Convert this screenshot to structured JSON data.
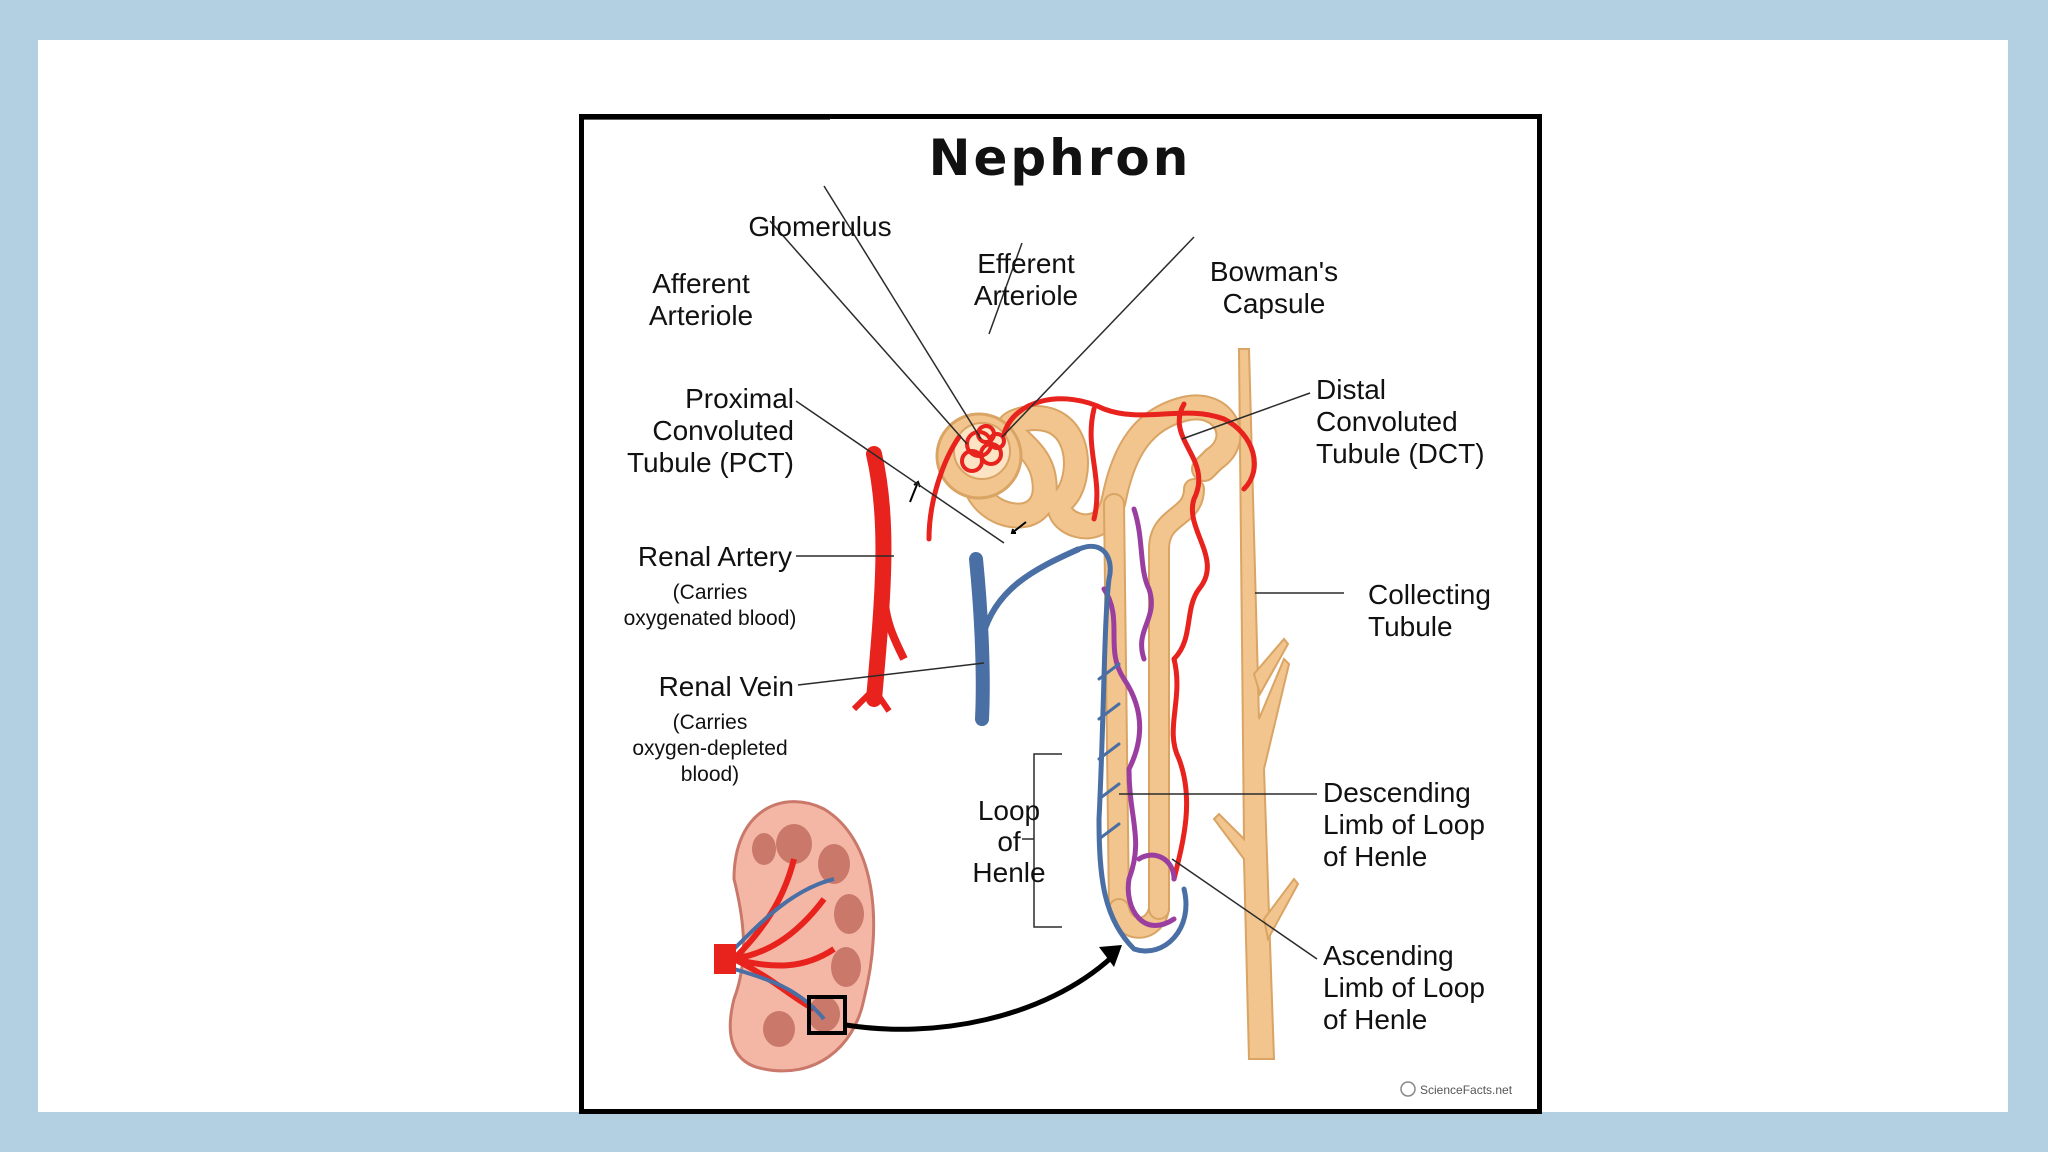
{
  "diagram": {
    "title": "Nephron",
    "labels": {
      "glomerulus": "Glomerulus",
      "afferent_1": "Afferent",
      "afferent_2": "Arteriole",
      "efferent_1": "Efferent",
      "efferent_2": "Arteriole",
      "bowman_1": "Bowman's",
      "bowman_2": "Capsule",
      "pct_1": "Proximal",
      "pct_2": "Convoluted",
      "pct_3": "Tubule (PCT)",
      "dct_1": "Distal",
      "dct_2": "Convoluted",
      "dct_3": "Tubule (DCT)",
      "renal_artery": "Renal Artery",
      "renal_artery_note_1": "(Carries",
      "renal_artery_note_2": "oxygenated blood)",
      "renal_vein": "Renal Vein",
      "renal_vein_note_1": "(Carries",
      "renal_vein_note_2": "oxygen-depleted",
      "renal_vein_note_3": "blood)",
      "collecting_1": "Collecting",
      "collecting_2": "Tubule",
      "loop_1": "Loop",
      "loop_2": "of",
      "loop_3": "Henle",
      "descending_1": "Descending",
      "descending_2": "Limb of Loop",
      "descending_3": "of Henle",
      "ascending_1": "Ascending",
      "ascending_2": "Limb of Loop",
      "ascending_3": "of Henle"
    },
    "watermark": "ScienceFacts.net",
    "colors": {
      "artery": "#e8221c",
      "vein": "#4a6fa5",
      "tubule": "#f2c58e",
      "tubule_outline": "#d9a464",
      "capillary_purple": "#9a3fa0",
      "kidney_cortex": "#f4b7a6",
      "kidney_pyramid": "#c9786a",
      "background": "#b3d0e3"
    }
  }
}
